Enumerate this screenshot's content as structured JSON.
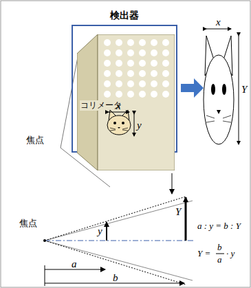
{
  "diagram": {
    "nodes": [
      {
        "text": [
          "検出器"
        ]
      },
      {
        "text": [
          "コリメータ"
        ],
        "in": 0
      }
    ],
    "labels": [
      "焦点",
      "x",
      "y",
      "x",
      "Y",
      "焦点",
      "y",
      "Y",
      "a",
      "b",
      "a : y = b : Y",
      "Y =",
      "b",
      "a",
      "· y"
    ]
  }
}
